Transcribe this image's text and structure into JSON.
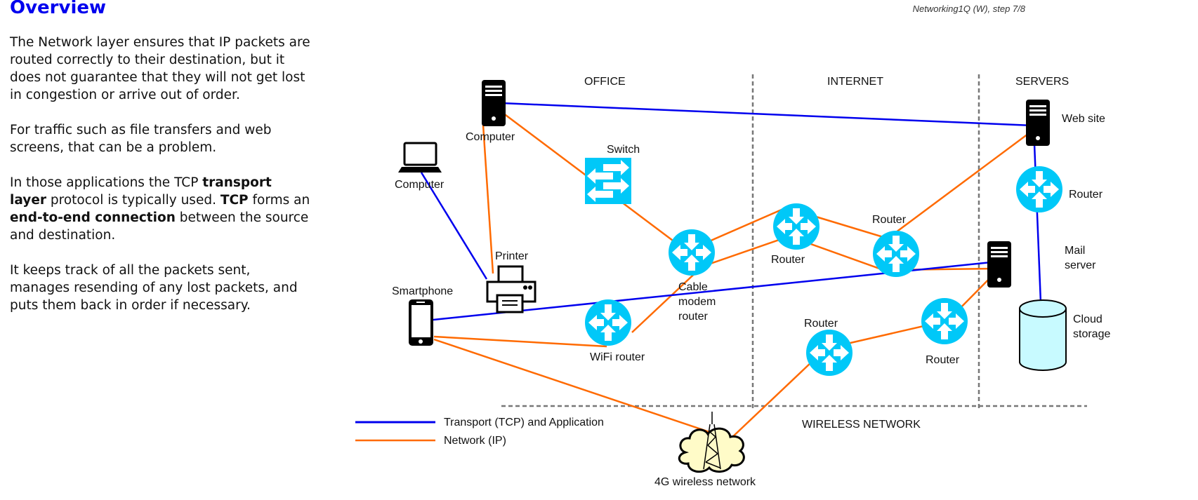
{
  "header": {
    "title": "Overview",
    "step_label": "Networking1Q (W), step 7/8"
  },
  "paragraphs": [
    {
      "parts": [
        {
          "text": "The Network layer ensures that IP packets are routed correctly to their destination, but it does not guarantee that they will not get lost in congestion or arrive out of order.",
          "bold": false
        }
      ]
    },
    {
      "parts": [
        {
          "text": "For traffic such as file transfers and web screens, that can be a problem.",
          "bold": false
        }
      ]
    },
    {
      "parts": [
        {
          "text": "In those applications the TCP ",
          "bold": false
        },
        {
          "text": "transport layer",
          "bold": true
        },
        {
          "text": " protocol is typically used.  ",
          "bold": false
        },
        {
          "text": "TCP",
          "bold": true
        },
        {
          "text": " forms an ",
          "bold": false
        },
        {
          "text": "end-to-end connection",
          "bold": true
        },
        {
          "text": " between the source and destination.",
          "bold": false
        }
      ]
    },
    {
      "parts": [
        {
          "text": "It keeps track of all the packets sent, manages resending of any lost packets, and puts them back in order if necessary.",
          "bold": false
        }
      ]
    }
  ],
  "zones": {
    "office": "OFFICE",
    "internet": "INTERNET",
    "servers": "SERVERS",
    "wireless": "WIRELESS NETWORK"
  },
  "nodes": {
    "desktop_computer": "Computer",
    "laptop_computer": "Computer",
    "switch": "Switch",
    "printer": "Printer",
    "smartphone": "Smartphone",
    "wifi_router": "WiFi router",
    "cable_modem_router": [
      "Cable",
      "modem",
      "router"
    ],
    "internet_router_1": "Router",
    "internet_router_2": "Router",
    "wireless_router_1": "Router",
    "wireless_router_2": "Router",
    "web_site": "Web site",
    "servers_router": "Router",
    "mail_server": [
      "Mail",
      "server"
    ],
    "cloud_storage": [
      "Cloud",
      "storage"
    ],
    "cell_network": "4G wireless network"
  },
  "legend": [
    {
      "label": "Transport (TCP) and Application",
      "color": "#0000ee"
    },
    {
      "label": "Network (IP)",
      "color": "#ff6a00"
    }
  ],
  "colors": {
    "title": "#0000ee",
    "transport_line": "#0000ee",
    "network_line": "#ff6a00",
    "device_fill": "#00c8f8",
    "cloud_fill": "#fffbc8",
    "storage_fill": "#c8faff",
    "zone_divider": "#777777"
  }
}
